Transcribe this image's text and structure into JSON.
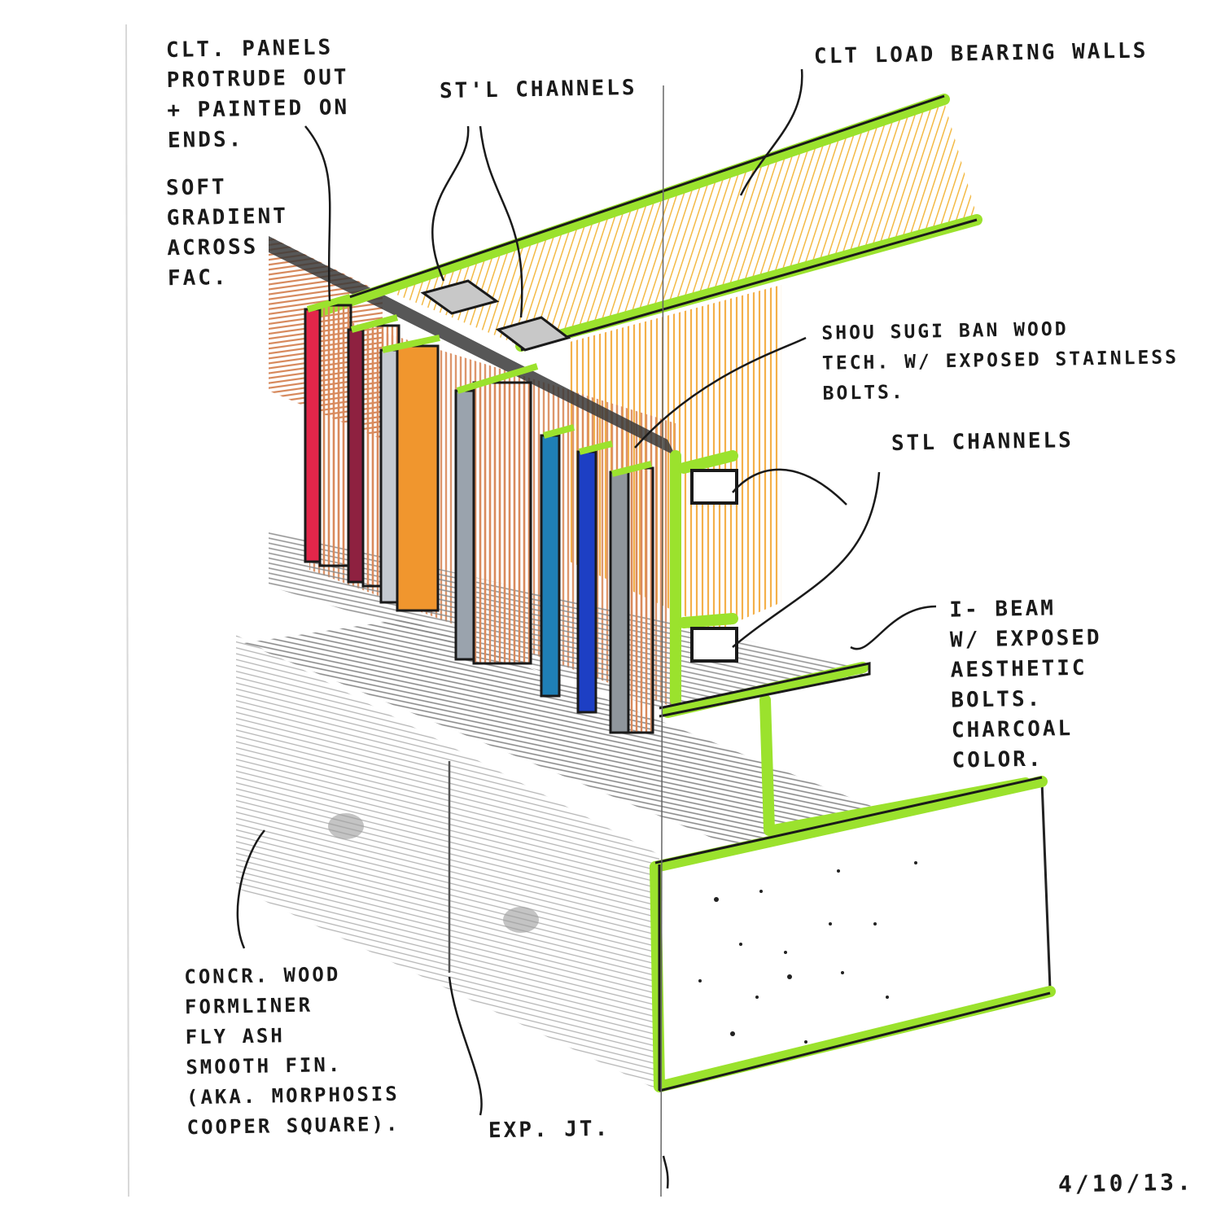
{
  "annotations": {
    "clt_panels": "CLT. PANELS\nPROTRUDE OUT\n+ PAINTED ON\nENDS.",
    "soft_gradient": "SOFT\nGRADIENT\nACROSS\nFAC.",
    "stl_channels_top": "ST'L CHANNELS",
    "clt_load_bearing": "CLT LOAD BEARING WALLS",
    "shou_sugi_ban": "SHOU SUGI BAN WOOD\nTECH. W/ EXPOSED STAINLESS\nBOLTS.",
    "stl_channels_side": "STL CHANNELS",
    "i_beam": "I- BEAM\nW/ EXPOSED\nAESTHETIC\nBOLTS.\nCHARCOAL\nCOLOR.",
    "concrete": "CONCR. WOOD\nFORMLINER\nFLY ASH\nSMOOTH FIN.\n(AKA. MORPHOSIS\nCOOPER SQUARE).",
    "exp_jt": "EXP. JT.",
    "date": "4/10/13."
  },
  "colors": {
    "marker_green": "#9be22d",
    "clt_wood": "#f2b63c",
    "cedar": "#d6875a",
    "charcoal": "#3a3a3a",
    "concrete": "#c9c9c9",
    "fin_red": "#e3264a",
    "fin_maroon": "#8e2140",
    "fin_grey": "#9aa3ad",
    "fin_orange": "#f0962e",
    "fin_teal": "#1f7fb6",
    "fin_blue": "#1d3fc4"
  }
}
